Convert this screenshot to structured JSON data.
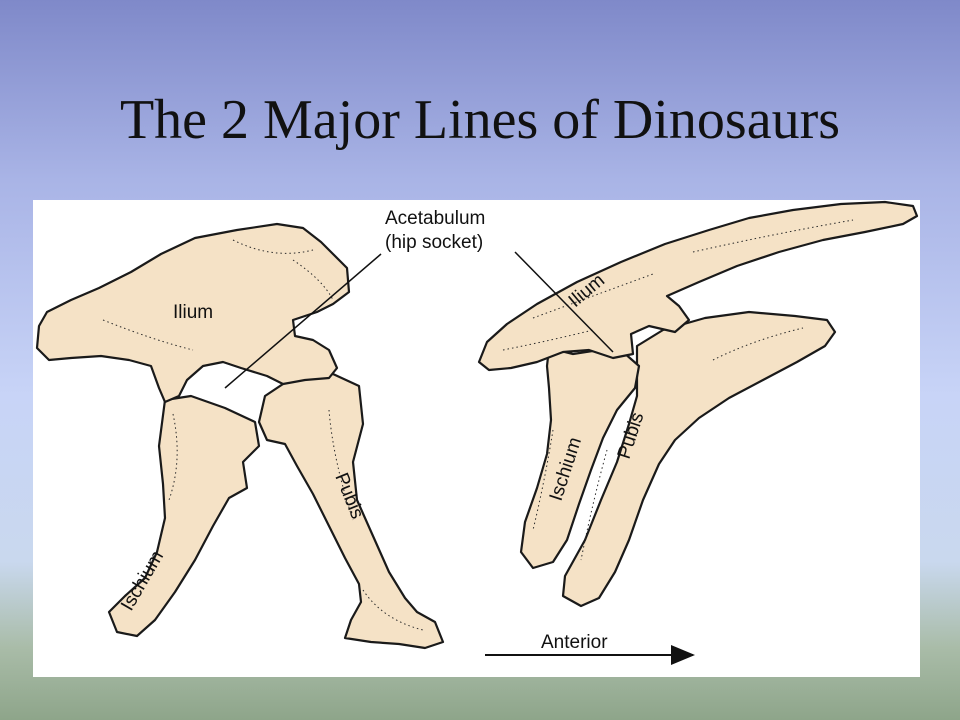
{
  "slide": {
    "title": "The 2 Major Lines of Dinosaurs"
  },
  "figure": {
    "left_pelvis": {
      "ilium_label": "Ilium",
      "ischium_label": "Ischium",
      "pubis_label": "Pubis"
    },
    "acetabulum_label": "Acetabulum",
    "acetabulum_sublabel": "(hip socket)",
    "right_pelvis": {
      "ilium_label": "Ilium",
      "ischium_label": "Ischium",
      "pubis_label": "Pubis"
    },
    "direction_label": "Anterior"
  }
}
